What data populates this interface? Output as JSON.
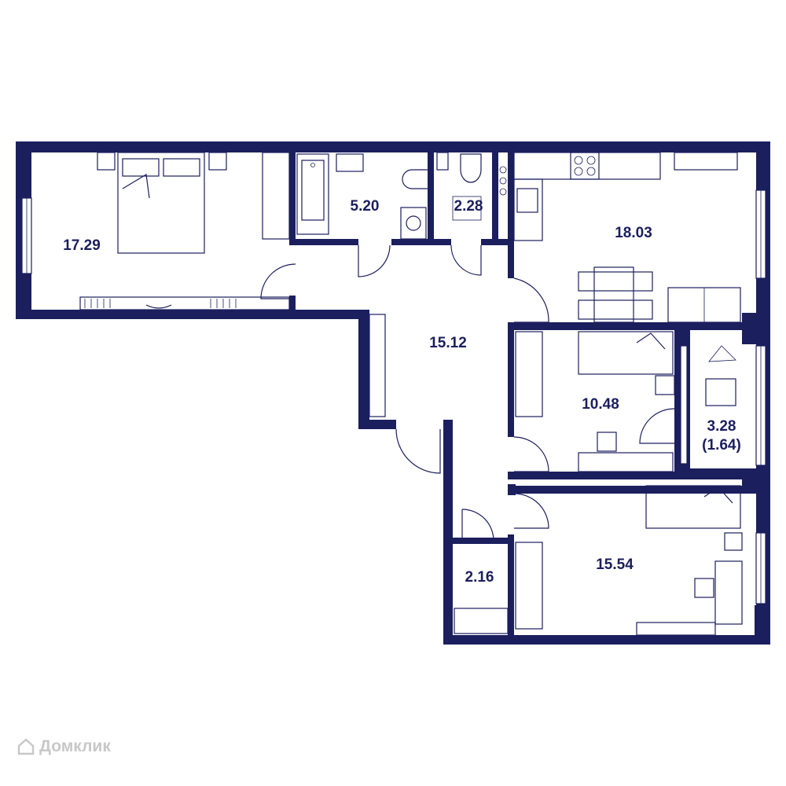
{
  "rooms": {
    "bedroom_master": "17.29",
    "bathroom": "5.20",
    "toilet": "2.28",
    "kitchen": "18.03",
    "hall": "15.12",
    "bedroom_small": "10.48",
    "balcony_area": "3.28",
    "balcony_reduced": "(1.64)",
    "storage": "2.16",
    "bedroom_second": "15.54"
  },
  "watermark": {
    "text": "Домклик",
    "icon": "house-logo-icon"
  },
  "colors": {
    "walls": "#1b1f5e",
    "background": "#ffffff",
    "watermark": "#c8c8c8"
  }
}
